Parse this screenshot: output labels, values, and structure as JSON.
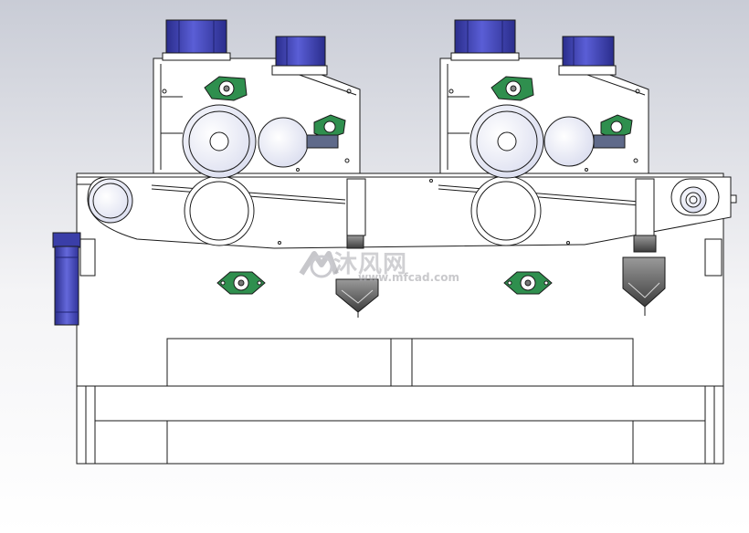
{
  "drawing": {
    "watermark": {
      "text": "沐风网",
      "url": "www.mfcad.com"
    },
    "colors": {
      "background_top": "#c9ccd6",
      "background_bottom": "#ffffff",
      "line": "#1a1a1a",
      "motor_blue": "#3b3fb4",
      "motor_blue_light": "#8a8de6",
      "bearing_green": "#2f8f4e",
      "roller_fill": "#eceef8",
      "feed_grey": "#6e6e6e"
    },
    "parts": {
      "units": 2,
      "motors_per_unit": 2,
      "bearings_visible": 6,
      "rollers_visible": 7
    }
  }
}
